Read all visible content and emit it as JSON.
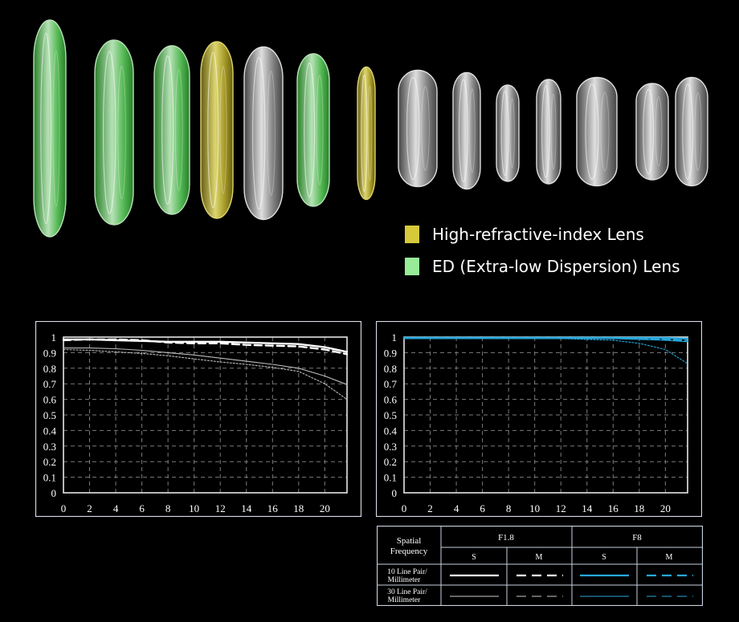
{
  "colors": {
    "high_refractive": "#d6c93a",
    "ed": "#98ec98",
    "f18_line": "#ffffff",
    "f8_line": "#26a8dc",
    "frame": "#d8dde8"
  },
  "legend": {
    "high_refractive_label": "High-refractive-index Lens",
    "ed_label": "ED (Extra-low Dispersion) Lens"
  },
  "lens_elements": [
    "ed",
    "ed",
    "ed",
    "high-refractive",
    "clear",
    "ed",
    "high-refractive",
    "clear",
    "clear",
    "clear",
    "clear",
    "clear",
    "clear",
    "clear"
  ],
  "chart_data": [
    {
      "type": "line",
      "title": "",
      "xlabel": "",
      "ylabel": "",
      "xlim": [
        0,
        21.7
      ],
      "ylim": [
        0,
        1
      ],
      "x_ticks": [
        "0",
        "2",
        "4",
        "6",
        "8",
        "10",
        "12",
        "14",
        "16",
        "18",
        "20"
      ],
      "y_ticks": [
        "0",
        "0.1",
        "0.2",
        "0.3",
        "0.4",
        "0.5",
        "0.6",
        "0.7",
        "0.8",
        "0.9",
        "1"
      ],
      "grid": true,
      "series": [
        {
          "style": "10-S",
          "x": [
            0,
            2,
            4,
            6,
            8,
            10,
            12,
            14,
            16,
            18,
            20,
            21.7
          ],
          "y": [
            0.985,
            0.985,
            0.98,
            0.975,
            0.97,
            0.97,
            0.97,
            0.965,
            0.96,
            0.955,
            0.935,
            0.905
          ]
        },
        {
          "style": "10-M",
          "x": [
            0,
            2,
            4,
            6,
            8,
            10,
            12,
            14,
            16,
            18,
            20,
            21.7
          ],
          "y": [
            0.98,
            0.985,
            0.985,
            0.98,
            0.965,
            0.96,
            0.96,
            0.95,
            0.945,
            0.94,
            0.92,
            0.89
          ]
        },
        {
          "style": "30-S",
          "x": [
            0,
            2,
            4,
            6,
            8,
            10,
            12,
            14,
            16,
            18,
            20,
            21.7
          ],
          "y": [
            0.93,
            0.93,
            0.925,
            0.915,
            0.9,
            0.885,
            0.865,
            0.845,
            0.825,
            0.8,
            0.75,
            0.695
          ]
        },
        {
          "style": "30-M",
          "x": [
            0,
            2,
            4,
            6,
            8,
            10,
            12,
            14,
            16,
            18,
            20,
            21.7
          ],
          "y": [
            0.92,
            0.915,
            0.905,
            0.895,
            0.88,
            0.86,
            0.84,
            0.825,
            0.805,
            0.78,
            0.7,
            0.6
          ]
        }
      ]
    },
    {
      "type": "line",
      "title": "",
      "xlabel": "",
      "ylabel": "",
      "xlim": [
        0,
        21.7
      ],
      "ylim": [
        0,
        1
      ],
      "x_ticks": [
        "0",
        "2",
        "4",
        "6",
        "8",
        "10",
        "12",
        "14",
        "16",
        "18",
        "20"
      ],
      "y_ticks": [
        "0",
        "0.1",
        "0.2",
        "0.3",
        "0.4",
        "0.5",
        "0.6",
        "0.7",
        "0.8",
        "0.9",
        "1"
      ],
      "grid": true,
      "series": [
        {
          "style": "10-S",
          "x": [
            0,
            2,
            4,
            6,
            8,
            10,
            12,
            14,
            16,
            18,
            20,
            21.7
          ],
          "y": [
            0.995,
            0.995,
            0.995,
            0.995,
            0.995,
            0.995,
            0.995,
            0.995,
            0.995,
            0.995,
            0.995,
            0.99
          ]
        },
        {
          "style": "10-M",
          "x": [
            0,
            2,
            4,
            6,
            8,
            10,
            12,
            14,
            16,
            18,
            20,
            21.7
          ],
          "y": [
            0.995,
            0.995,
            0.995,
            0.995,
            0.995,
            0.995,
            0.995,
            0.995,
            0.995,
            0.99,
            0.985,
            0.975
          ]
        },
        {
          "style": "30-S",
          "x": [
            0,
            2,
            4,
            6,
            8,
            10,
            12,
            14,
            16,
            18,
            20,
            21.7
          ],
          "y": [
            0.99,
            0.99,
            0.99,
            0.99,
            0.99,
            0.99,
            0.99,
            0.99,
            0.99,
            0.985,
            0.98,
            0.97
          ]
        },
        {
          "style": "30-M",
          "x": [
            0,
            2,
            4,
            6,
            8,
            10,
            12,
            14,
            16,
            18,
            20,
            21.7
          ],
          "y": [
            0.99,
            0.99,
            0.99,
            0.99,
            0.99,
            0.99,
            0.99,
            0.985,
            0.98,
            0.96,
            0.92,
            0.83
          ]
        }
      ]
    }
  ],
  "mtf_table": {
    "header_label_1": "Spatial",
    "header_label_2": "Frequency",
    "f18_label": "F1.8",
    "f8_label": "F8",
    "sub_s_f18": "S",
    "sub_m_f18": "M",
    "sub_s_f8": "S",
    "sub_m_f8": "M",
    "row1_label_1": "10 Line Pair/",
    "row1_label_2": "Millimeter",
    "row2_label_1": "30 Line Pair/",
    "row2_label_2": "Millimeter"
  }
}
